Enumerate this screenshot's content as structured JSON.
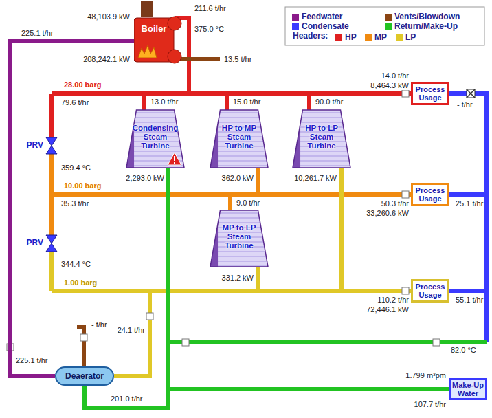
{
  "diagram": {
    "nodes": [
      {
        "text": [
          "Boiler"
        ]
      },
      {
        "text": [
          "Process Usage"
        ]
      },
      {
        "text": [
          "Condensing Steam Turbine"
        ]
      },
      {
        "text": [
          "HP to MP Steam Turbine"
        ]
      },
      {
        "text": [
          "HP to LP Steam Turbine"
        ]
      },
      {
        "text": [
          "Process Usage"
        ]
      },
      {
        "text": [
          "MP to LP Steam Turbine"
        ]
      },
      {
        "text": [
          "Process Usage"
        ]
      },
      {
        "text": [
          "Deaerator"
        ]
      },
      {
        "text": [
          "Make-Up Water"
        ]
      }
    ],
    "edges": [
      {
        "from": 8,
        "to": 0,
        "arrow": "none"
      },
      {
        "from": 9,
        "to": 8,
        "arrow": "none"
      }
    ],
    "labels": [
      "48,103.9 kW",
      "211.6 t/hr",
      "375.0 °C",
      "225.1 t/hr",
      "208,242.1 kW",
      "13.5 t/hr",
      "28.00 barg",
      "14.0 t/hr",
      "8,464.3 kW",
      "79.6 t/hr",
      "13.0 t/hr",
      "15.0 t/hr",
      "90.0 t/hr",
      "- t/hr",
      "359.4 °C",
      "10.00 barg",
      "2,293.0 kW",
      "362.0 kW",
      "10,261.7 kW",
      "50.3 t/hr",
      "33,260.6 kW",
      "25.1 t/hr",
      "35.3 t/hr",
      "9.0 t/hr",
      "344.4 °C",
      "331.2 kW",
      "1.00 barg",
      "110.2 t/hr",
      "72,446.1 kW",
      "55.1 t/hr",
      "- t/hr",
      "24.1 t/hr",
      "225.1 t/hr",
      "82.0 °C",
      "1.799 m³pm",
      "107.7 t/hr",
      "201.0 t/hr",
      "PRV",
      "PRV",
      "Headers:"
    ],
    "legend": [
      {
        "text": "Feedwater",
        "color": "#8a1a8a"
      },
      {
        "text": "Vents/Blowdown",
        "color": "#8b4513"
      },
      {
        "text": "Condensate",
        "color": "#3a3aff"
      },
      {
        "text": "Return/Make-Up",
        "color": "#22c322"
      },
      {
        "text": "HP",
        "color": "#e02020"
      },
      {
        "text": "MP",
        "color": "#f08a10"
      },
      {
        "text": "LP",
        "color": "#e0c828"
      }
    ]
  }
}
